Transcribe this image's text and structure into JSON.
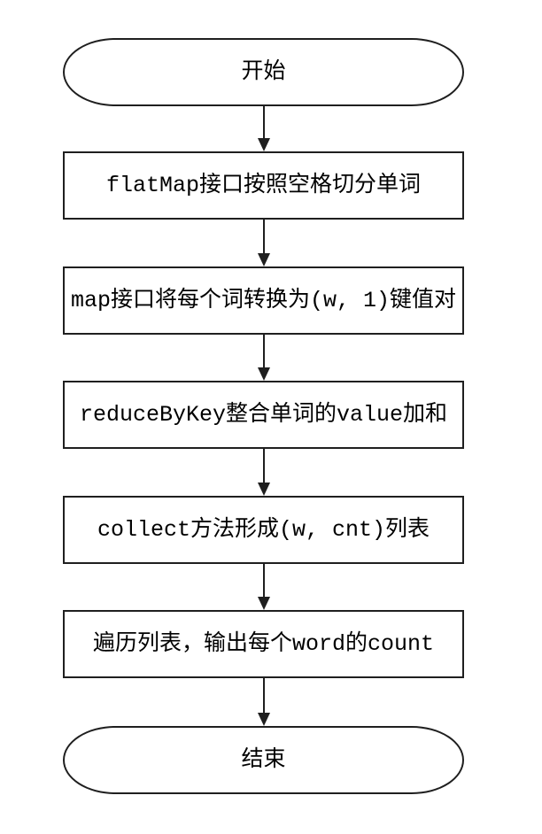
{
  "flowchart": {
    "background": "#ffffff",
    "stroke_color": "#1f1f1f",
    "text_color": "#000000",
    "nodes": [
      {
        "id": "start",
        "type": "terminator",
        "label": "开始"
      },
      {
        "id": "flatmap-step",
        "type": "process",
        "label": "flatMap接口按照空格切分单词"
      },
      {
        "id": "map-step",
        "type": "process",
        "label": "map接口将每个词转换为(w, 1)键值对"
      },
      {
        "id": "reducebykey-step",
        "type": "process",
        "label": "reduceByKey整合单词的value加和"
      },
      {
        "id": "collect-step",
        "type": "process",
        "label": "collect方法形成(w, cnt)列表"
      },
      {
        "id": "foreach-step",
        "type": "process",
        "label": "遍历列表，输出每个word的count"
      },
      {
        "id": "end",
        "type": "terminator",
        "label": "结束"
      }
    ],
    "connectors": [
      {
        "from": "start",
        "to": "flatmap-step"
      },
      {
        "from": "flatmap-step",
        "to": "map-step"
      },
      {
        "from": "map-step",
        "to": "reducebykey-step"
      },
      {
        "from": "reducebykey-step",
        "to": "collect-step"
      },
      {
        "from": "collect-step",
        "to": "foreach-step"
      },
      {
        "from": "foreach-step",
        "to": "end"
      }
    ]
  }
}
